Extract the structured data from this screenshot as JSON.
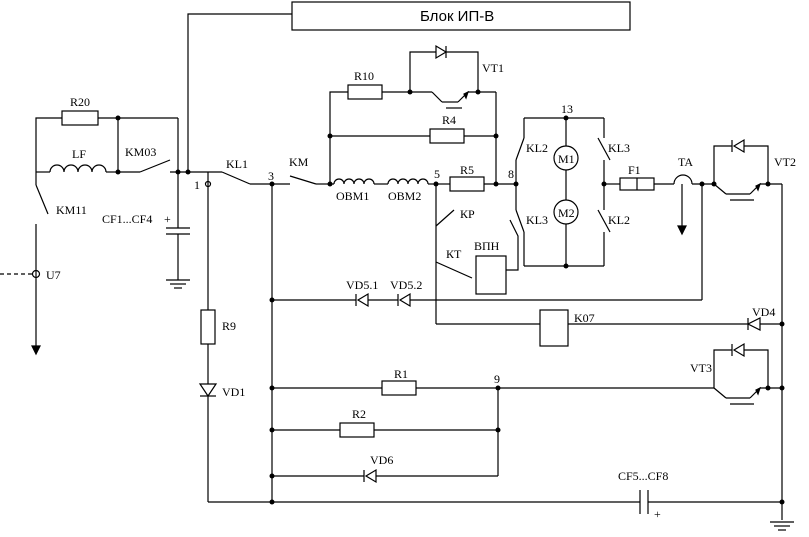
{
  "title_block": "Блок ИП-В",
  "labels": {
    "R20": "R20",
    "LF": "LF",
    "KM03": "KM03",
    "KM11": "KM11",
    "U7": "U7",
    "CF": "CF1...CF4",
    "plus1": "+",
    "R9": "R9",
    "VD1": "VD1",
    "n1": "1",
    "KL1": "KL1",
    "n3": "3",
    "KM": "KM",
    "R10": "R10",
    "VT1": "VT1",
    "R4": "R4",
    "OBM1": "ОВМ1",
    "OBM2": "ОВМ2",
    "n5": "5",
    "R5": "R5",
    "n8": "8",
    "KP": "КР",
    "KT": "КТ",
    "VPN": "ВПН",
    "n13": "13",
    "KL2a": "KL2",
    "M1": "M1",
    "KL3a": "KL3",
    "M2": "M2",
    "KL3b": "KL3",
    "KL2b": "KL2",
    "F1": "F1",
    "TA": "TA",
    "VT2": "VT2",
    "VD51": "VD5.1",
    "VD52": "VD5.2",
    "K07": "K07",
    "VD4": "VD4",
    "VT3": "VT3",
    "R1": "R1",
    "n9": "9",
    "R2": "R2",
    "VD6": "VD6",
    "CF58": "CF5...CF8",
    "plus2": "+"
  }
}
